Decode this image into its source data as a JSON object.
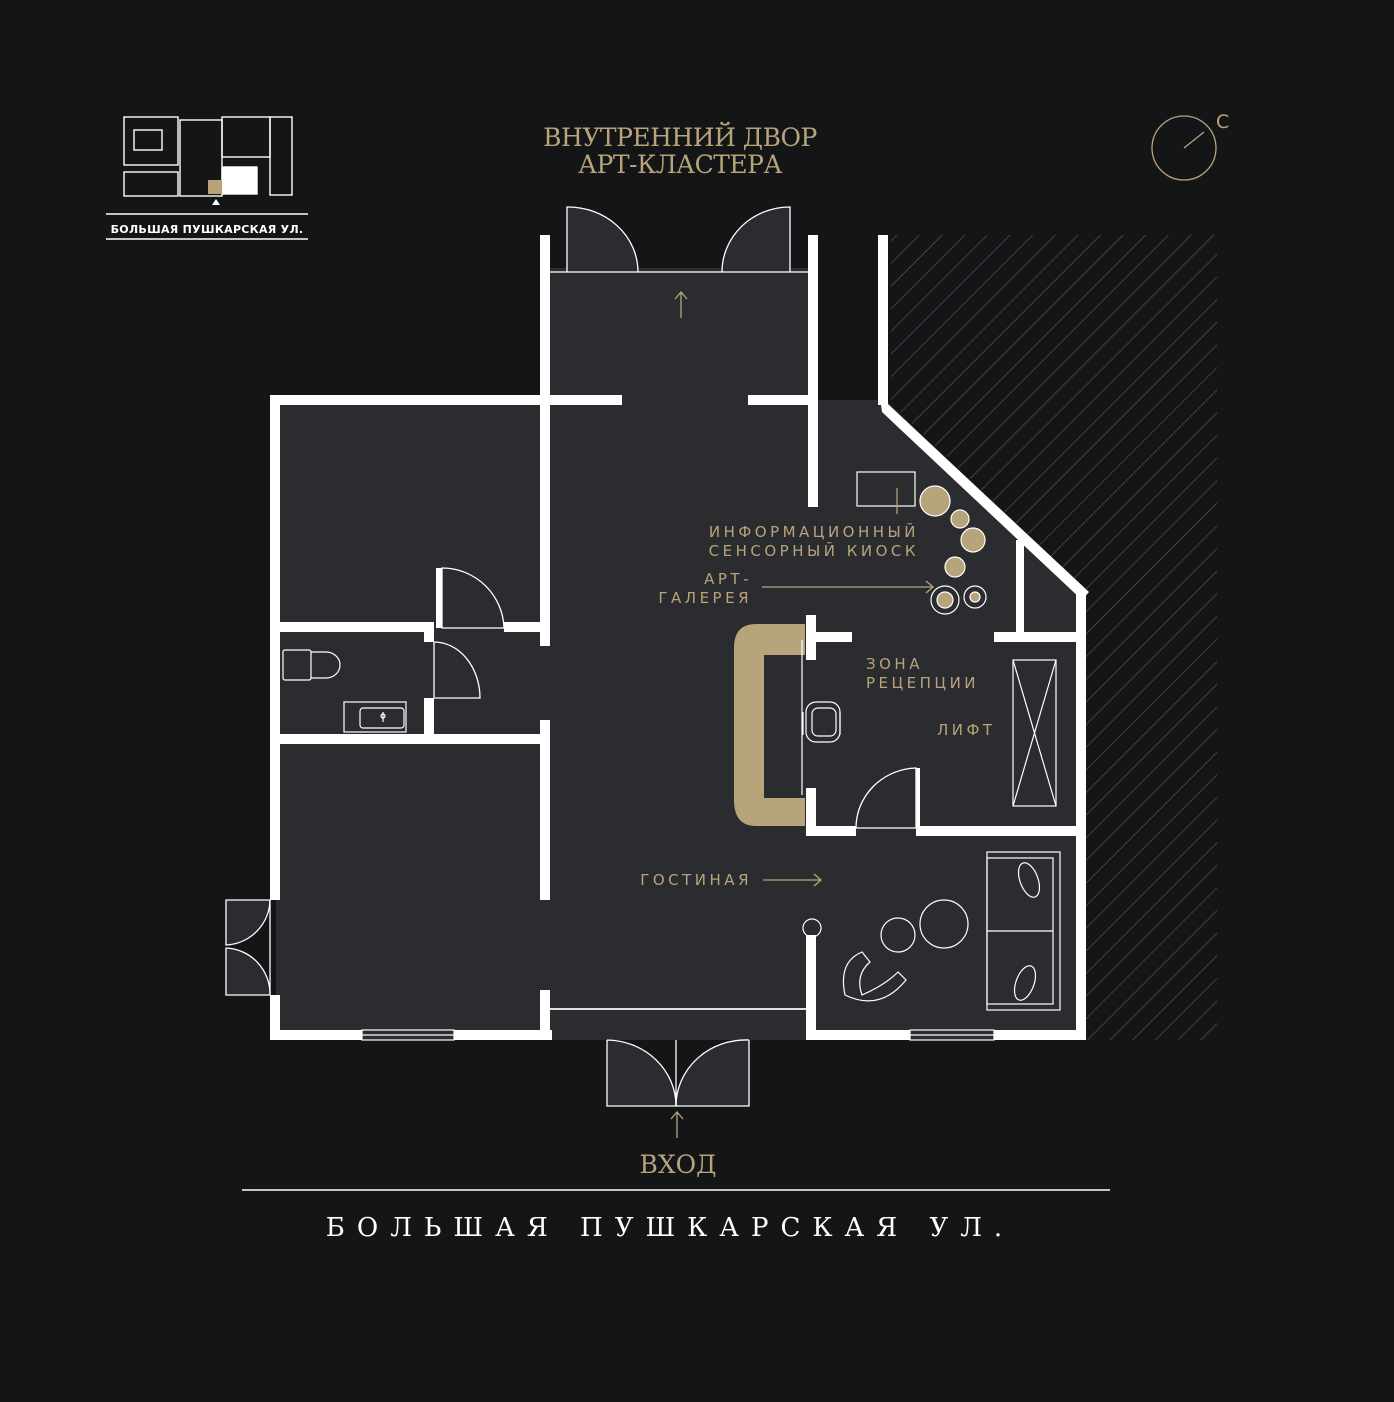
{
  "labels": {
    "courtyard_line1": "ВНУТРЕННИЙ ДВОР",
    "courtyard_line2": "АРТ-КЛАСТЕРА",
    "kiosk_line1": "ИНФОРМАЦИОННЫЙ",
    "kiosk_line2": "СЕНСОРНЫЙ КИОСК",
    "gallery_line1": "АРТ-",
    "gallery_line2": "ГАЛЕРЕЯ",
    "reception_line1": "ЗОНА",
    "reception_line2": "РЕЦЕПЦИИ",
    "lift": "ЛИФТ",
    "living": "ГОСТИНАЯ",
    "entrance": "ВХОД",
    "street": "БОЛЬШАЯ ПУШКАРСКАЯ УЛ."
  },
  "minimap": {
    "street_label": "БОЛЬШАЯ ПУШКАРСКАЯ УЛ."
  },
  "compass": {
    "north_label": "С"
  },
  "colors": {
    "background": "#141517",
    "floor": "#2b2c2f",
    "walls": "#ffffff",
    "accent_gold": "#b8a47a",
    "hatch": "#55585d"
  }
}
